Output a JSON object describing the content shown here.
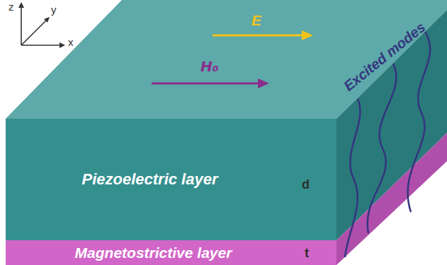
{
  "diagram": {
    "nodes": [
      {
        "text": [
          "Piezoelectric layer"
        ]
      },
      {
        "text": [
          "Magnetostrictive layer"
        ]
      }
    ],
    "labels": [
      "z",
      "y",
      "x",
      "E",
      "H₀",
      "Excited modes",
      "d",
      "t"
    ]
  }
}
